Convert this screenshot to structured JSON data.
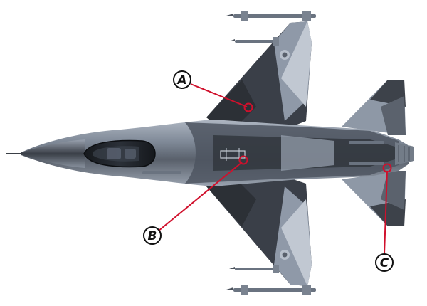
{
  "callouts": [
    {
      "id": "a",
      "letter": "A"
    },
    {
      "id": "b",
      "letter": "B"
    },
    {
      "id": "c",
      "letter": "C"
    }
  ],
  "colors": {
    "leader_line": "#d0102c",
    "label_ring": "#111111",
    "camo_dark": "#2f3238",
    "camo_mid": "#4c535e",
    "camo_light": "#8e98a7",
    "camo_pale": "#c3cad4",
    "canopy": "#1c2025",
    "background": "#ffffff"
  },
  "icons": {
    "aircraft": "fighter-jet-top-view",
    "roundel": "roundel-marking"
  }
}
